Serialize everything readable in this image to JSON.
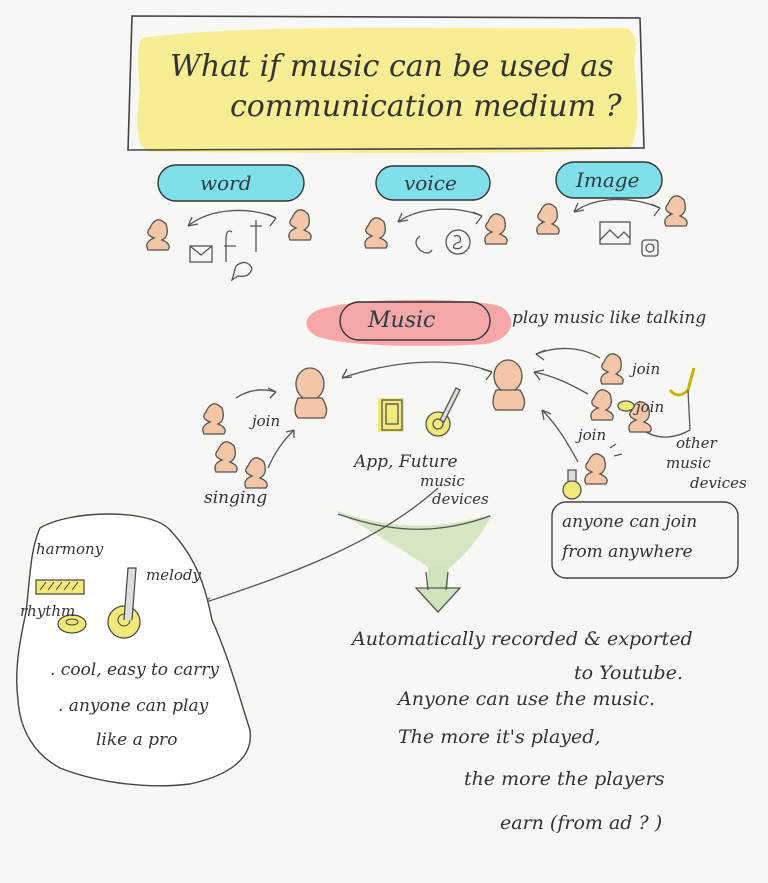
{
  "title": {
    "line1": "What if music can be used as",
    "line2": "communication medium ?"
  },
  "mediums": [
    {
      "label": "word"
    },
    {
      "label": "voice"
    },
    {
      "label": "Image"
    }
  ],
  "music": {
    "label": "Music",
    "caption": "play music like talking"
  },
  "labels": {
    "join_left": "join",
    "singing": "singing",
    "app": "App, Future",
    "music_devices_1": "music",
    "music_devices_2": "devices",
    "join_top": "join",
    "join_mid": "join",
    "join_low": "join",
    "other_1": "other",
    "other_2": "music",
    "other_3": "devices",
    "anyone_1": "anyone can join",
    "anyone_2": "from anywhere"
  },
  "bubble": {
    "harmony": "harmony",
    "rhythm": "rhythm",
    "melody": "melody",
    "point1": ". cool, easy to carry",
    "point2": ". anyone can play",
    "point3": "like a pro"
  },
  "outcome": {
    "line1": "Automatically recorded & exported",
    "line2": "to Youtube.",
    "line3": "Anyone can use the music.",
    "line4": "The more it's played,",
    "line5": "the more the players",
    "line6": "earn (from ad ? )"
  },
  "colors": {
    "title_highlight": "#f6ec8a",
    "pill_blue": "#7fe0ec",
    "pill_red": "#f6a8a8",
    "skin": "#f2c6a6",
    "device_yellow": "#f1ea7a",
    "flow_green": "#cfe3bd"
  }
}
